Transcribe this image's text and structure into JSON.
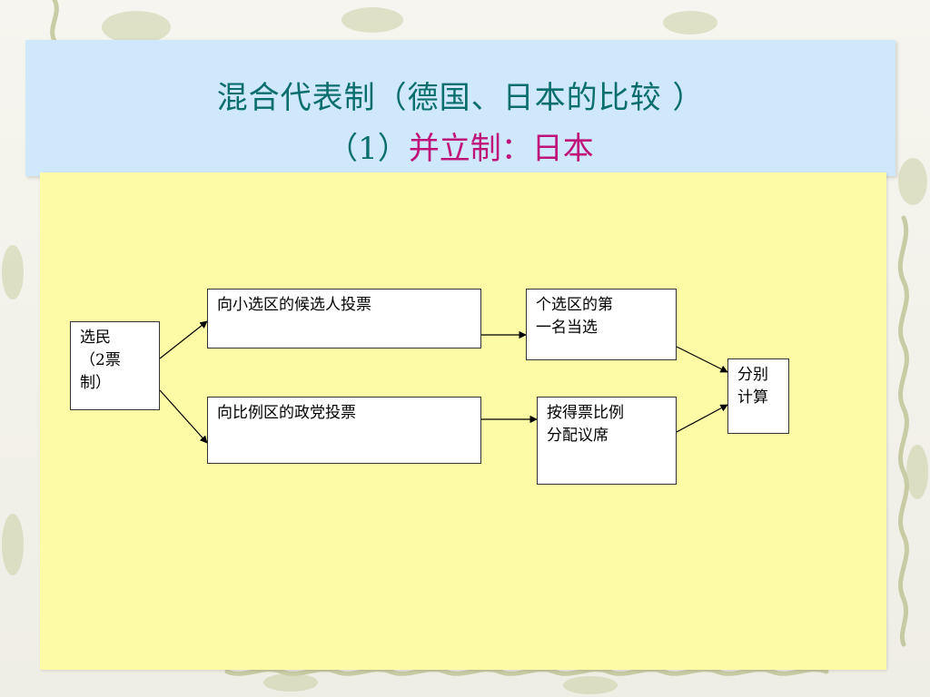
{
  "slide": {
    "title_line1": "混合代表制（德国、日本的比较 ）",
    "title_line2_prefix": "（1）",
    "title_line2_main": "并立制：日本"
  },
  "diagram": {
    "voter": "选民\n（2票\n制）",
    "district_vote": "向小选区的候选人投票",
    "district_result": "个选区的第\n一名当选",
    "pr_vote": "向比例区的政党投票",
    "pr_result": "按得票比例\n分配议席",
    "final": "分别\n计算"
  },
  "colors": {
    "title_teal": "#0a6e6e",
    "title_magenta": "#c0137a",
    "title_bg": "#cfe8fb",
    "content_bg": "#fdfba5"
  }
}
